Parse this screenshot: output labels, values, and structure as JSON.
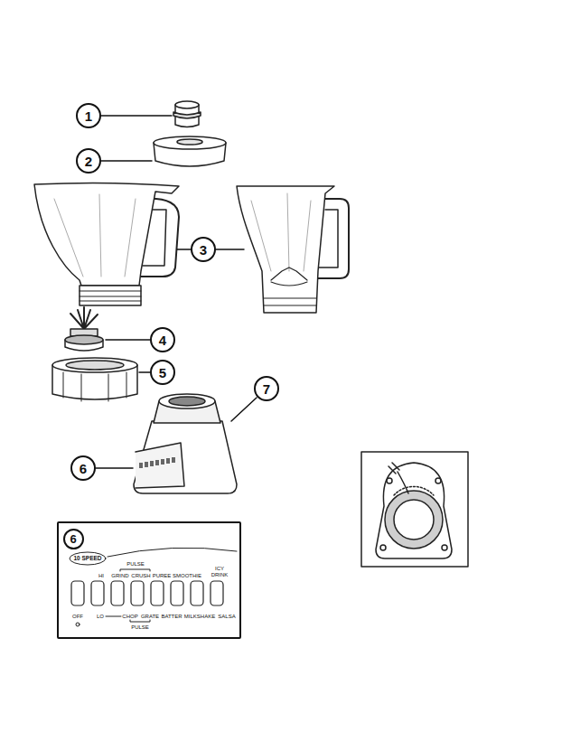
{
  "diagram": {
    "nodes": [
      {
        "text": [
          "1"
        ]
      },
      {
        "text": [
          "2"
        ]
      },
      {
        "text": [
          "3"
        ]
      },
      {
        "text": [
          "4"
        ]
      },
      {
        "text": [
          "5"
        ]
      },
      {
        "text": [
          "7"
        ]
      },
      {
        "text": [
          "6"
        ]
      },
      {
        "text": [
          "10 SPEED",
          "PULSE",
          "HI",
          "GRIND",
          "CRUSH",
          "PUREE",
          "SMOOTHIE",
          "ICY DRINK",
          "OFF",
          "LO",
          "CHOP",
          "GRATE",
          "BATTER",
          "MILKSHAKE",
          "SALSA",
          "PULSE"
        ]
      },
      {
        "text": [
          "6"
        ],
        "in": 7
      }
    ]
  }
}
